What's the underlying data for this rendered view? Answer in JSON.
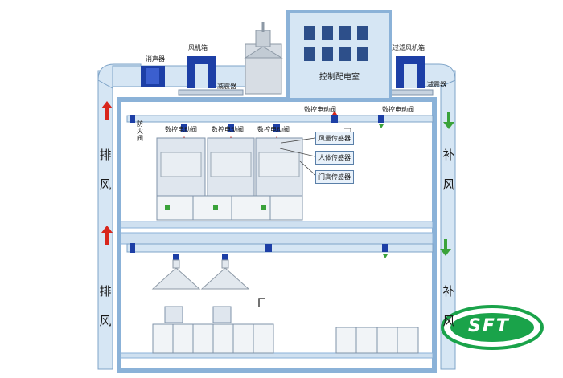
{
  "labels": {
    "muffler": "消声器",
    "fan_box": "风机箱",
    "damper_top": "减震器",
    "control_room": "控制配电室",
    "filter_fan_box": "过滤风机箱",
    "damper_right": "减震器",
    "fire_valve": "防火阀",
    "nc_valve_1": "数控电动阀",
    "nc_valve_2": "数控电动阀",
    "nc_valve_3": "数控电动阀",
    "nc_valve_4": "数控电动阀",
    "nc_valve_5": "数控电动阀",
    "airflow_sensor": "风量传感器",
    "body_sensor": "人体传感器",
    "door_sensor": "门高传感器"
  },
  "side_text": {
    "exhaust_top": [
      "排",
      "风"
    ],
    "exhaust_bottom": [
      "排",
      "风"
    ],
    "supply_top": [
      "补",
      "风"
    ],
    "supply_bottom": [
      "补",
      "风"
    ]
  },
  "logo": {
    "text": "SFT",
    "color": "#1aa34a"
  },
  "colors": {
    "pipe": "#d6e6f4",
    "pipe_edge": "#7fa4c8",
    "wall": "#8bb2d8",
    "arrow_red": "#d8261c",
    "arrow_green": "#3aa23a",
    "box_blue": "#1d3fa6"
  }
}
